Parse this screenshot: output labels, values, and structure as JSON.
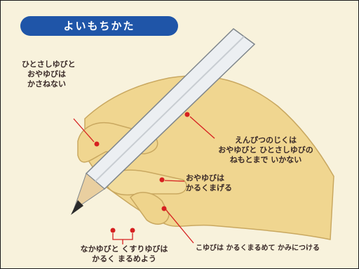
{
  "title": "よいもちかた",
  "labels": {
    "index_line1": "ひとさしゆびと",
    "index_line2": "おやゆびは",
    "index_line3": "かさねない",
    "shaft_line1": "えんぴつのじくは",
    "shaft_line2": "おやゆびと ひとさしゆびの",
    "shaft_line3": "ねもとまで いかない",
    "thumb_line1": "おやゆびは",
    "thumb_line2": "かるくまげる",
    "mid_line1": "なかゆびと くすりゆびは",
    "mid_line2": "かるく まるめよう",
    "pinky_line1": "こゆびは かるくまるめて かみにつける"
  },
  "colors": {
    "title_pill": "#1f55a8",
    "background": "#f8f2dc",
    "skin": "#f0d690",
    "pencil": "#eceff2",
    "dot": "#d62020",
    "leader": "#d62020",
    "text": "#3a2a28"
  }
}
